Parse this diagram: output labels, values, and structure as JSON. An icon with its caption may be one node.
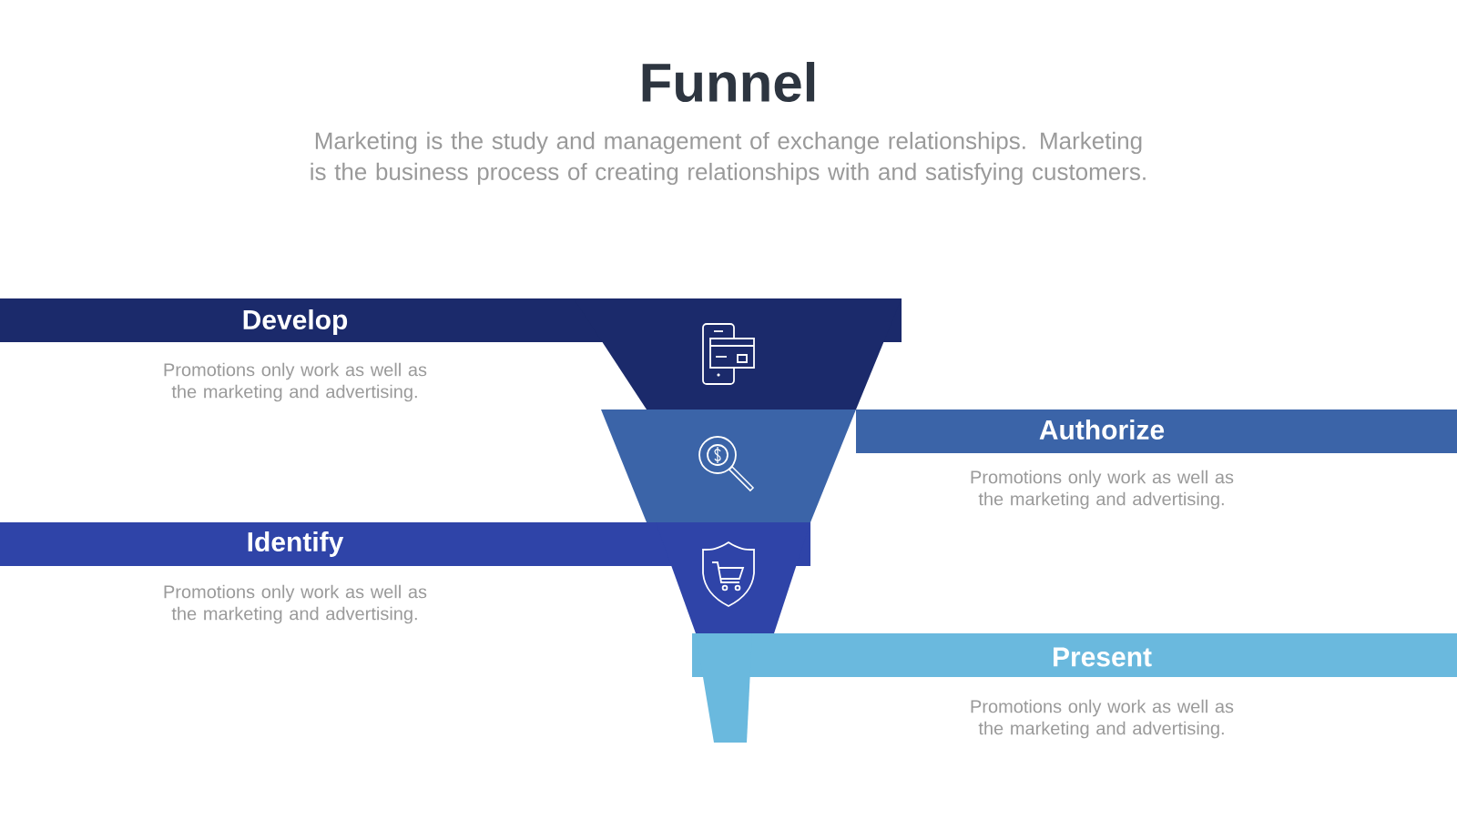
{
  "diagram": {
    "title": "Funnel",
    "nodes": [
      {
        "text": [
          "Develop",
          "Promotions only work as well as the marketing and advertising."
        ]
      },
      {
        "text": [
          "Authorize",
          "Promotions only work as well as the marketing and advertising."
        ]
      },
      {
        "text": [
          "Identify",
          "Promotions only work as well as the marketing and advertising."
        ]
      },
      {
        "text": [
          "Present",
          "Promotions only work as well as the marketing and advertising."
        ]
      }
    ],
    "labels": [
      "Marketing is the study and management of exchange relationships. Marketing is the business process of creating relationships with and satisfying customers."
    ]
  }
}
